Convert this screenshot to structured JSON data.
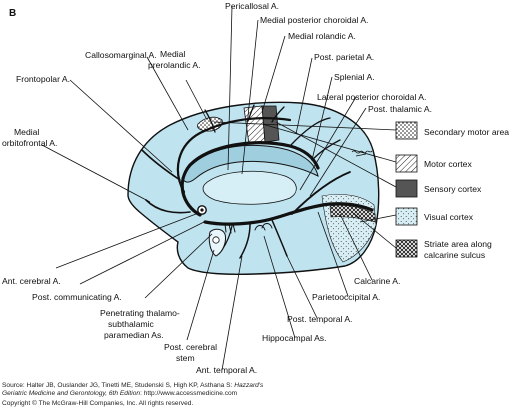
{
  "panel_letter": "B",
  "labels": {
    "pericallosal": "Pericallosal A.",
    "medial_posterior_choroidal": "Medial posterior choroidal A.",
    "medial_rolandic": "Medial rolandic A.",
    "medial_prerolandic_1": "Medial",
    "medial_prerolandic_2": "prerolandic A.",
    "post_parietal": "Post. parietal A.",
    "callosomarginal": "Callosomarginal A.",
    "splenial": "Splenial A.",
    "lateral_posterior_choroidal": "Lateral posterior choroidal A.",
    "frontopolar": "Frontopolar A.",
    "post_thalamic": "Post. thalamic A.",
    "medial_orbitofrontal_1": "Medial",
    "medial_orbitofrontal_2": "orbitofrontal A.",
    "ant_cerebral": "Ant. cerebral A.",
    "post_communicating": "Post. communicating A.",
    "penetrating_1": "Penetrating thalamo-",
    "penetrating_2": "subthalamic",
    "penetrating_3": "paramedian As.",
    "post_cerebral_1": "Post. cerebral",
    "post_cerebral_2": "stem",
    "ant_temporal": "Ant. temporal A.",
    "hippocampal": "Hippocampal As.",
    "post_temporal": "Post. temporal A.",
    "parietooccipital": "Parietooccipital A.",
    "calcarine": "Calcarine A."
  },
  "legend": [
    {
      "label_1": "Secondary motor area",
      "label_2": "",
      "pattern": "dots"
    },
    {
      "label_1": "Motor cortex",
      "label_2": "",
      "pattern": "hatch"
    },
    {
      "label_1": "Sensory cortex",
      "label_2": "",
      "pattern": "dark"
    },
    {
      "label_1": "Visual cortex",
      "label_2": "",
      "pattern": "stipple"
    },
    {
      "label_1": "Striate area along",
      "label_2": "calcarine sulcus",
      "pattern": "crosshatch"
    }
  ],
  "colors": {
    "brain_fill": "#bfe3ef",
    "outline": "#111111",
    "sensory": "#555555"
  },
  "credit": {
    "source_1": "Source: Halter JB, Ouslander JG, Tinetti ME, Studenski S, High KP, Asthana S: ",
    "source_title_1": "Hazzard's",
    "source_title_2": "Geriatric Medicine and Gerontology, 6th Edition",
    "source_2": ": http://www.accessmedicine.com",
    "copyright": "Copyright © The McGraw-Hill Companies, Inc. All rights reserved."
  }
}
